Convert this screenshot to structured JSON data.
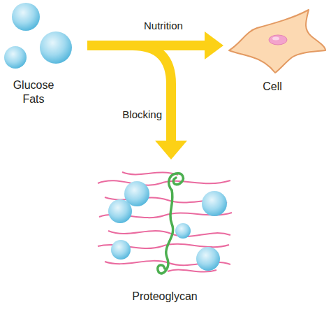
{
  "diagram": {
    "nodes": [
      {
        "text": [
          "Glucose Fats"
        ]
      },
      {
        "text": [
          "Cell"
        ]
      },
      {
        "text": [
          "Proteoglycan"
        ]
      }
    ],
    "edges": [
      {
        "from": 0,
        "to": 1,
        "arrow": "to",
        "label": "Nutrition"
      },
      {
        "from": 0,
        "to": 2,
        "arrow": "to",
        "label": "Blocking"
      }
    ]
  }
}
